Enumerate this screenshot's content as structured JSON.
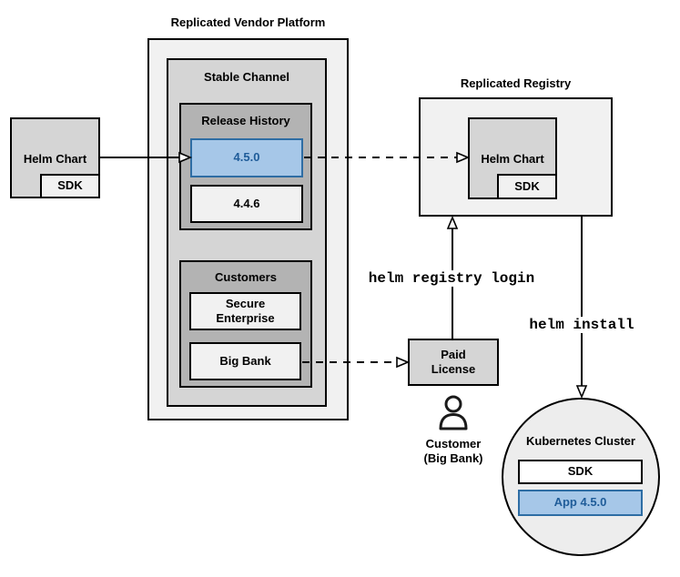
{
  "vendor_platform": {
    "title": "Replicated Vendor Platform",
    "stable_channel": {
      "title": "Stable Channel",
      "release_history": {
        "title": "Release History",
        "releases": [
          {
            "version": "4.5.0",
            "highlighted": true
          },
          {
            "version": "4.4.6",
            "highlighted": false
          }
        ]
      },
      "customers": {
        "title": "Customers",
        "items": [
          {
            "name": "Secure\nEnterprise"
          },
          {
            "name": "Big Bank"
          }
        ]
      }
    }
  },
  "source_chart": {
    "label": "Helm Chart",
    "sdk": "SDK"
  },
  "registry": {
    "title": "Replicated Registry",
    "chart": {
      "label": "Helm Chart",
      "sdk": "SDK"
    }
  },
  "license": {
    "label": "Paid\nLicense"
  },
  "customer": {
    "label": "Customer\n(Big Bank)"
  },
  "commands": {
    "login": "helm registry login",
    "install": "helm install"
  },
  "cluster": {
    "title": "Kubernetes Cluster",
    "sdk": "SDK",
    "app": "App 4.5.0"
  },
  "colors": {
    "highlight_fill": "#a6c7e8",
    "highlight_border": "#2e6da4",
    "highlight_text": "#1f5c99"
  }
}
